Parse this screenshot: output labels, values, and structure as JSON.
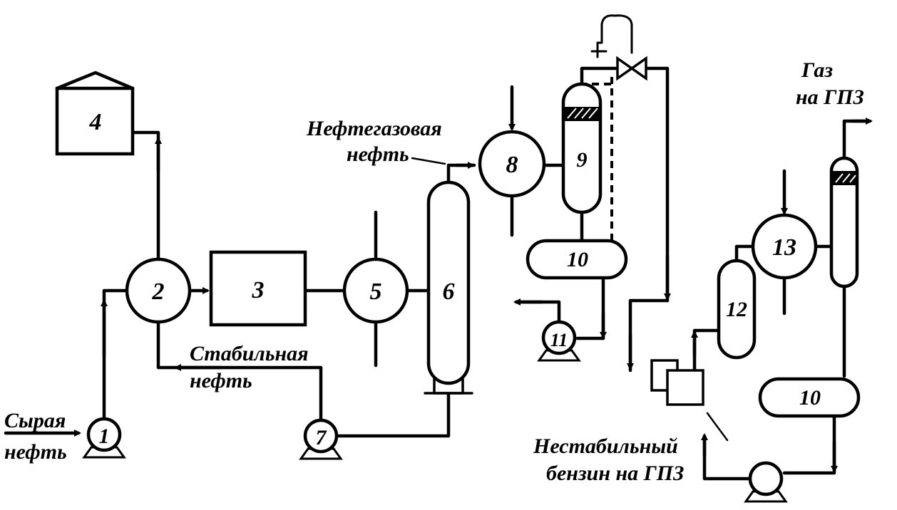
{
  "equipment": {
    "n1": "1",
    "n2": "2",
    "n3": "3",
    "n4": "4",
    "n5": "5",
    "n6": "6",
    "n7": "7",
    "n8": "8",
    "n9": "9",
    "n10a": "10",
    "n10b": "10",
    "n11": "11",
    "n12": "12",
    "n13": "13"
  },
  "labels": {
    "raw_oil_1": "Сырая",
    "raw_oil_2": "нефть",
    "stable_oil_1": "Стабильная",
    "stable_oil_2": "нефть",
    "oilgas_1": "Нефтегазовая",
    "oilgas_2": "нефть",
    "gas_1": "Газ",
    "gas_2": "на ГПЗ",
    "gasoline_1": "Нестабильный",
    "gasoline_2": "бензин на ГПЗ"
  }
}
